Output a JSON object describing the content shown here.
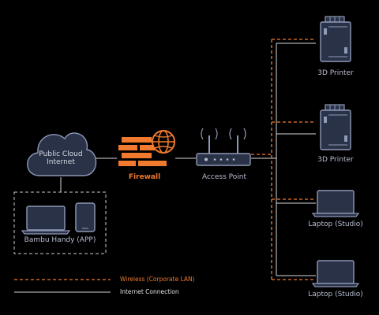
{
  "nodes": {
    "cloud": {
      "label_line1": "Public Cloud",
      "label_line2": "Internet"
    },
    "firewall": {
      "label": "Firewall"
    },
    "access_point": {
      "label": "Access Point"
    },
    "app_group": {
      "label": "Bambu Handy (APP)"
    },
    "printer_1": {
      "label": "3D Printer"
    },
    "printer_2": {
      "label": "3D Printer"
    },
    "laptop_1": {
      "label": "Laptop (Studio)"
    },
    "laptop_2": {
      "label": "Laptop (Studio)"
    }
  },
  "legend": {
    "wireless": {
      "label": "Wireless (Corporate LAN)",
      "color": "#f27a2e",
      "style": "dashed"
    },
    "internet": {
      "label": "Internet Connection",
      "color": "#d9d9d9",
      "style": "solid"
    }
  },
  "colors": {
    "background": "#000000",
    "device_fill": "#2a3247",
    "device_stroke": "#8f99b8",
    "accent_orange": "#f27a2e"
  }
}
